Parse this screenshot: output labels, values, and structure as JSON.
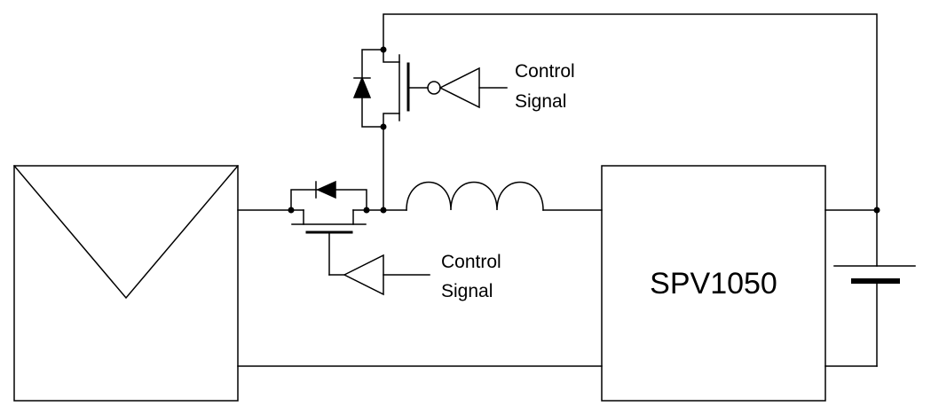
{
  "chip": {
    "label": "SPV1050"
  },
  "top_control": {
    "line1": "Control",
    "line2": "Signal"
  },
  "bottom_control": {
    "line1": "Control",
    "line2": "Signal"
  },
  "colors": {
    "stroke": "#000000",
    "background": "#ffffff"
  }
}
